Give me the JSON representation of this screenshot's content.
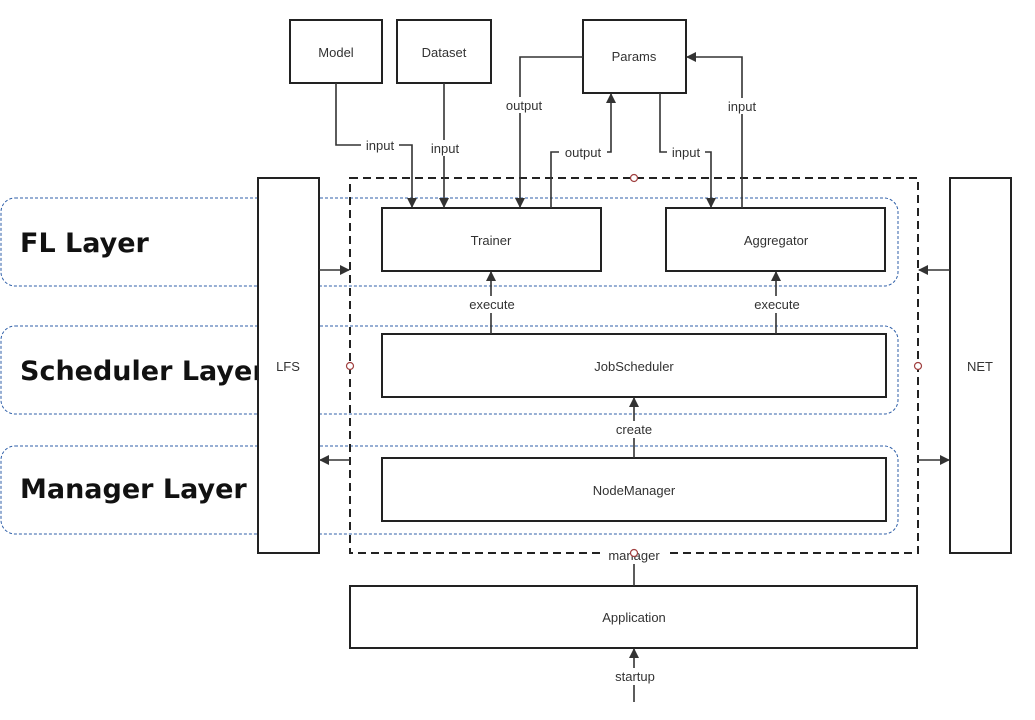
{
  "layers": {
    "fl": "FL Layer",
    "scheduler": "Scheduler Layer",
    "manager": "Manager Layer"
  },
  "nodes": {
    "model": "Model",
    "dataset": "Dataset",
    "params": "Params",
    "trainer": "Trainer",
    "aggregator": "Aggregator",
    "jobscheduler": "JobScheduler",
    "nodemanager": "NodeManager",
    "application": "Application",
    "lfs": "LFS",
    "net": "NET"
  },
  "edges": {
    "model_trainer": "input",
    "dataset_trainer": "input",
    "trainer_params_output_left": "output",
    "trainer_params_output": "output",
    "params_aggregator_input": "input",
    "aggregator_params_input": "input",
    "jobscheduler_trainer": "execute",
    "jobscheduler_aggregator": "execute",
    "nodemanager_jobscheduler": "create",
    "application_core": "manager",
    "startup": "startup"
  }
}
